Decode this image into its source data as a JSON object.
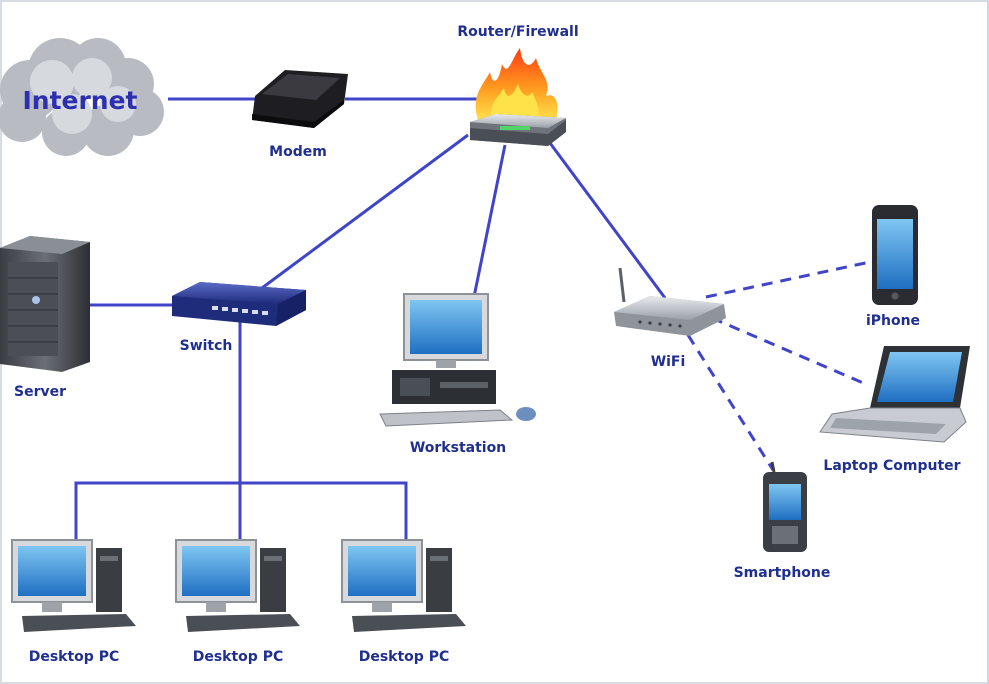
{
  "diagram": {
    "cloud_label": "Internet",
    "labels": {
      "modem": "Modem",
      "router": "Router/Firewall",
      "switch": "Switch",
      "server": "Server",
      "workstation": "Workstation",
      "wifi": "WiFi",
      "iphone": "iPhone",
      "laptop": "Laptop Computer",
      "smartphone": "Smartphone",
      "desktop1": "Desktop PC",
      "desktop2": "Desktop PC",
      "desktop3": "Desktop PC"
    },
    "colors": {
      "wired_link": "#3f44c9",
      "wireless_link": "#3f44c9",
      "label_text": "#1f2f8f",
      "flame_outer": "#ff4a12",
      "flame_inner": "#ffd23b"
    }
  }
}
